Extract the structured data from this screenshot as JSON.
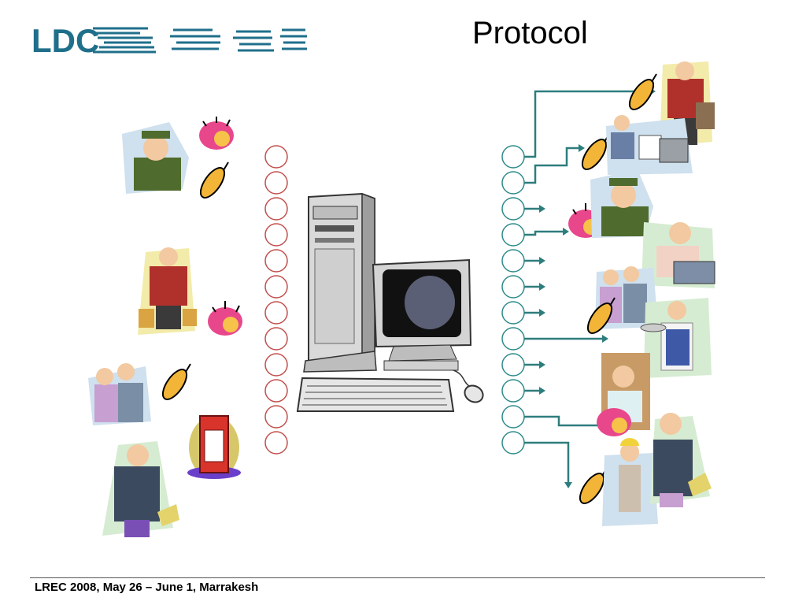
{
  "slide": {
    "title": "Protocol",
    "footer": "LREC 2008, May 26 – June 1, Marrakesh",
    "logo_text": "LDC"
  },
  "diagram": {
    "left_port_count": 12,
    "right_port_count": 12,
    "port_color": "#c0504d",
    "right_port_color": "#2e8b8b",
    "connector_color": "#2e7d7d"
  },
  "icons": {
    "left": [
      "conductor-person-icon",
      "telephone-icon",
      "cellphone-icon",
      "porter-person-icon",
      "telephone-icon",
      "cellphone-icon",
      "couple-person-icon",
      "phone-booth-icon",
      "presenter-person-icon"
    ],
    "center": [
      "computer-tower-icon",
      "monitor-icon",
      "keyboard-icon",
      "mouse-icon"
    ],
    "right": [
      "cellphone-icon",
      "porter-person-icon",
      "cellphone-icon",
      "office-workers-icon",
      "telephone-icon",
      "conductor-person-icon",
      "laptop-user-icon",
      "cellphone-icon",
      "couple-person-icon",
      "waiter-person-icon",
      "telephone-icon",
      "woman-desk-icon",
      "cellphone-icon",
      "worker-person-icon",
      "presenter-person-icon"
    ]
  }
}
